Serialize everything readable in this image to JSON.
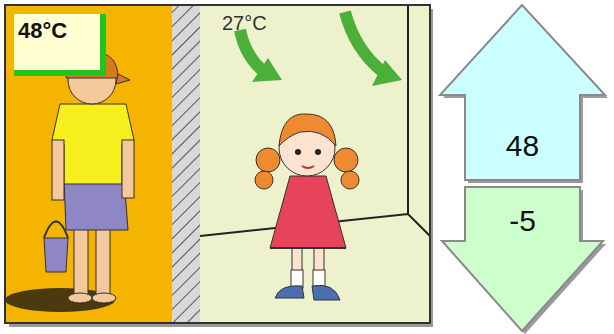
{
  "diagram": {
    "nodes": [
      {
        "text": [
          "48°C"
        ]
      },
      {
        "text": [
          "48"
        ]
      },
      {
        "text": [
          "-5"
        ]
      }
    ],
    "labels": [
      "27°C"
    ]
  }
}
